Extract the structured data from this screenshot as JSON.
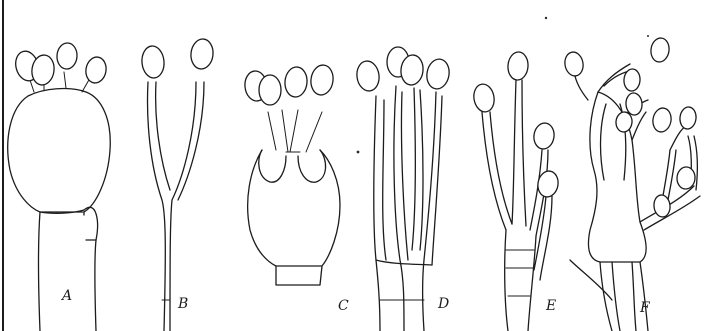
{
  "figure": {
    "panels": [
      {
        "id": "A",
        "label": "A"
      },
      {
        "id": "B",
        "label": "B"
      },
      {
        "id": "C",
        "label": "C"
      },
      {
        "id": "D",
        "label": "D"
      },
      {
        "id": "E",
        "label": "E"
      },
      {
        "id": "F",
        "label": "F"
      }
    ]
  },
  "colors": {
    "ink": "#1c1c1c",
    "paper": "#ffffff"
  }
}
